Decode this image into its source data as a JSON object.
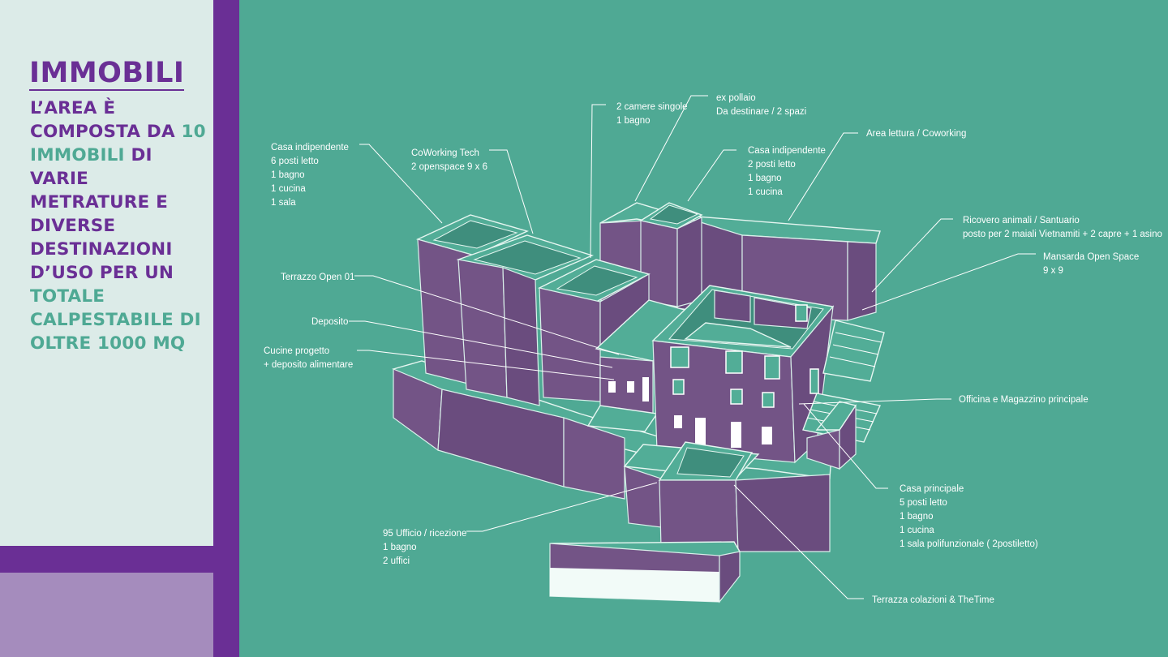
{
  "heading": {
    "title": "IMMOBILI",
    "description": [
      {
        "text": "L’AREA È COMPOSTA DA ",
        "highlight": false
      },
      {
        "text": "10 IMMOBILI",
        "highlight": true
      },
      {
        "text": " DI VARIE METRATURE E DIVERSE DESTINAZIONI D’USO  PER UN ",
        "highlight": false
      },
      {
        "text": "TOTALE CALPESTABILE DI OLTRE 1000 MQ",
        "highlight": true
      }
    ]
  },
  "colors": {
    "purple": "#6a2f95",
    "teal": "#4fa994",
    "panel": "#dcebe8",
    "lavender": "#a58cbd",
    "building_wall": "#735486"
  },
  "labels": {
    "casa_ind_1": [
      "Casa indipendente",
      "6 posti letto",
      "1 bagno",
      "1 cucina",
      "1 sala"
    ],
    "coworking_tech": [
      "CoWorking Tech",
      "2 openspace 9 x 6"
    ],
    "camere": [
      "2 camere singole",
      "1 bagno"
    ],
    "ex_pollaio": [
      "ex pollaio",
      "Da destinare / 2 spazi"
    ],
    "casa_ind_2": [
      "Casa indipendente",
      "2 posti letto",
      "1 bagno",
      "1 cucina"
    ],
    "area_lettura": [
      "Area lettura / Coworking"
    ],
    "ricovero": [
      "Ricovero animali / Santuario",
      "posto per 2 maiali Vietnamiti + 2 capre + 1 asino"
    ],
    "mansarda": [
      "Mansarda Open Space",
      "9 x 9"
    ],
    "terrazzo": [
      "Terrazzo  Open 01"
    ],
    "deposito": [
      "Deposito"
    ],
    "cucine": [
      "Cucine progetto",
      "+ deposito alimentare"
    ],
    "officina": [
      "Officina e Magazzino principale"
    ],
    "casa_principale": [
      "Casa principale",
      "5 posti letto",
      "1 bagno",
      "1 cucina",
      "1 sala polifunzionale ( 2postiletto)"
    ],
    "ufficio": [
      "95 Ufficio / ricezione",
      "1 bagno",
      "2 uffici"
    ],
    "terrazza": [
      "Terrazza colazioni & TheTime"
    ]
  }
}
